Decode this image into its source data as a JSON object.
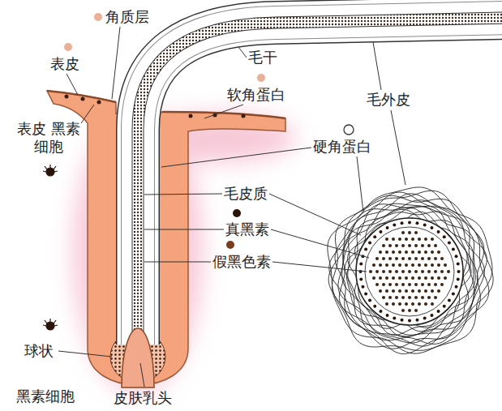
{
  "diagram": {
    "labels": [
      "角质层",
      "表皮",
      "毛干",
      "软角蛋白",
      "毛外皮",
      "表皮 黑素细胞",
      "硬角蛋白",
      "毛皮质",
      "真黑素",
      "假黑色素",
      "球状",
      "黑素细胞",
      "皮肤乳头"
    ]
  }
}
